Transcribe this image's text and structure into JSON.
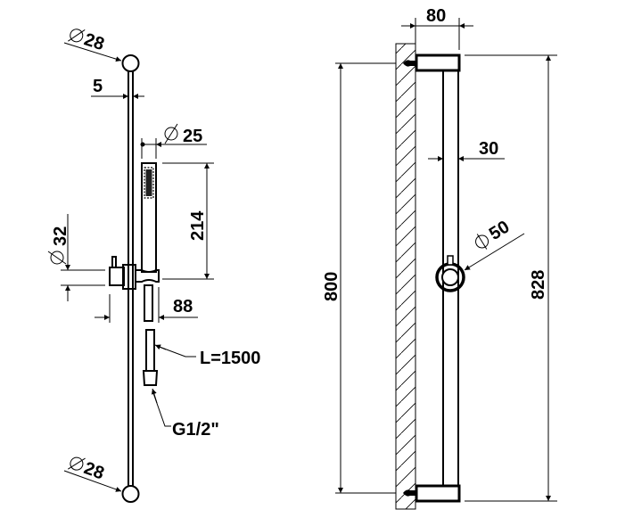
{
  "drawing": {
    "colors": {
      "line": "#000000",
      "background": "#ffffff"
    },
    "side_view": {
      "dimensions": {
        "top_knob_diameter": "28",
        "bar_diameter": "5",
        "handshower_diameter": "25",
        "handshower_length": "214",
        "holder_diameter": "32",
        "holder_projection": "88",
        "hose_length": "L=1500",
        "hose_connection": "G1/2\"",
        "bottom_knob_diameter": "28"
      },
      "diameter_symbol": "⌀"
    },
    "front_view": {
      "dimensions": {
        "projection_depth": "80",
        "bar_offset": "30",
        "slider_diameter": "50",
        "fixing_centers": "800",
        "overall_height": "828"
      },
      "diameter_symbol": "⌀"
    }
  }
}
